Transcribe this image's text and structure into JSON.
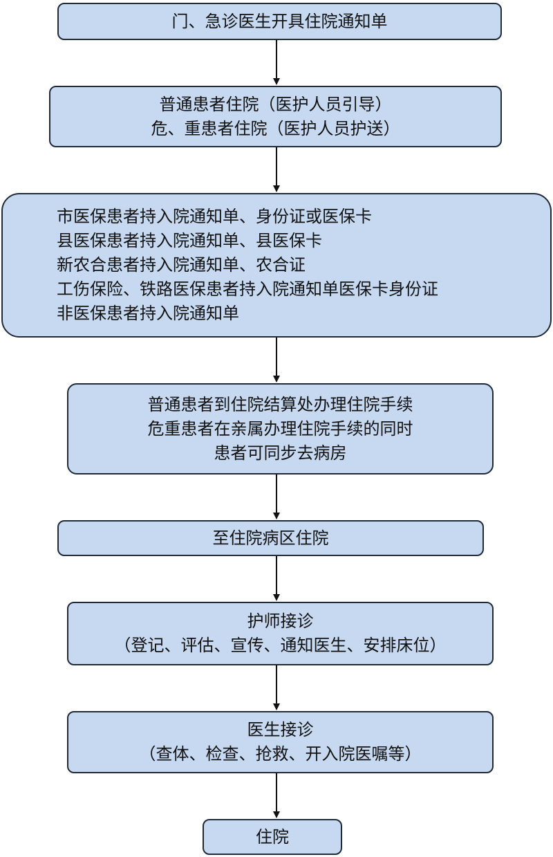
{
  "steps": [
    {
      "lines": [
        "门、急诊医生开具住院通知单"
      ]
    },
    {
      "lines": [
        "普通患者住院（医护人员引导）",
        "危、重患者住院（医护人员护送）"
      ]
    },
    {
      "lines": [
        "市医保患者持入院通知单、身份证或医保卡",
        "县医保患者持入院通知单、县医保卡",
        "新农合患者持入院通知单、农合证",
        "工伤保险、铁路医保患者持入院通知单医保卡身份证",
        "非医保患者持入院通知单"
      ]
    },
    {
      "lines": [
        "普通患者到住院结算处办理住院手续",
        "危重患者在亲属办理住院手续的同时",
        "患者可同步去病房"
      ]
    },
    {
      "lines": [
        "至住院病区住院"
      ]
    },
    {
      "lines": [
        "护师接诊",
        "（登记、评估、宣传、通知医生、安排床位）"
      ]
    },
    {
      "lines": [
        "医生接诊",
        "（查体、检查、抢救、开入院医嘱等）"
      ]
    },
    {
      "lines": [
        "住院"
      ]
    }
  ]
}
